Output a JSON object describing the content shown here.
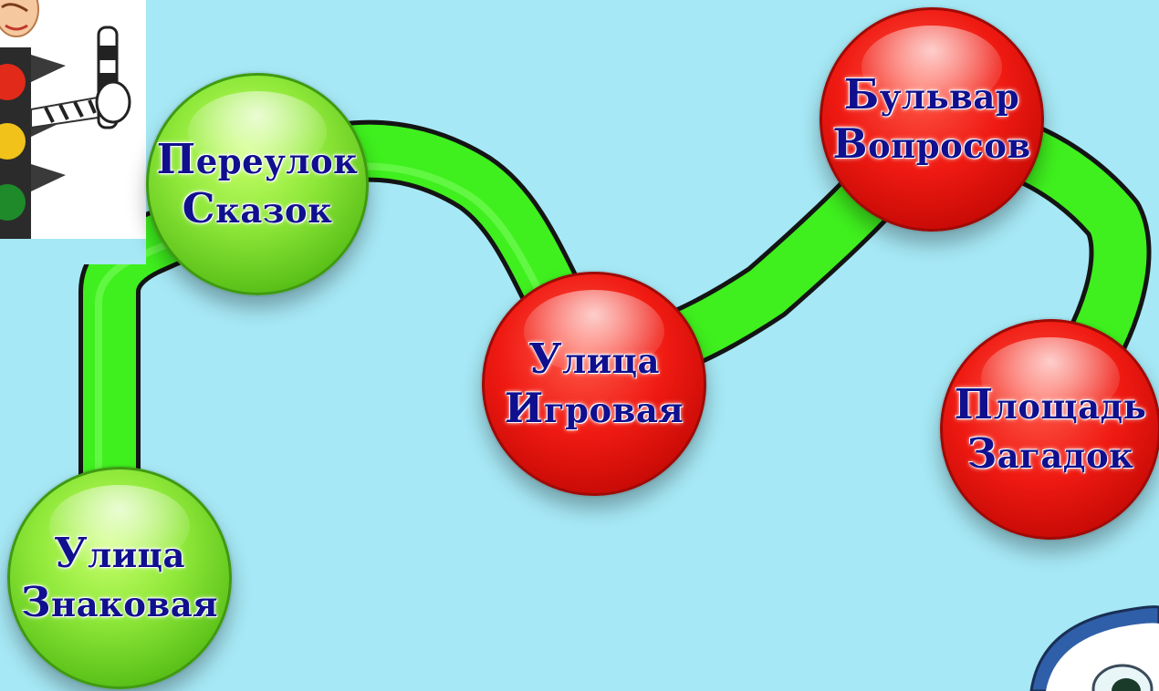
{
  "colors": {
    "background": "#a6e8f5",
    "road": "#3ff01e",
    "road_outline": "#111111",
    "station_green": "#7fdc2e",
    "station_red": "#e51510",
    "label_text": "#10108f"
  },
  "stations": [
    {
      "status": "completed",
      "lines": [
        "Улица",
        "Знаковая"
      ]
    },
    {
      "status": "completed",
      "lines": [
        "Переулок",
        "Сказок"
      ]
    },
    {
      "status": "locked",
      "lines": [
        "Улица",
        "Игровая"
      ]
    },
    {
      "status": "locked",
      "lines": [
        "Бульвар",
        "Вопросов"
      ]
    },
    {
      "status": "locked",
      "lines": [
        "Площадь",
        "Загадок"
      ]
    }
  ],
  "decorations": {
    "top_left": "traffic-light-character",
    "bottom_right": "cartoon-car-character"
  }
}
